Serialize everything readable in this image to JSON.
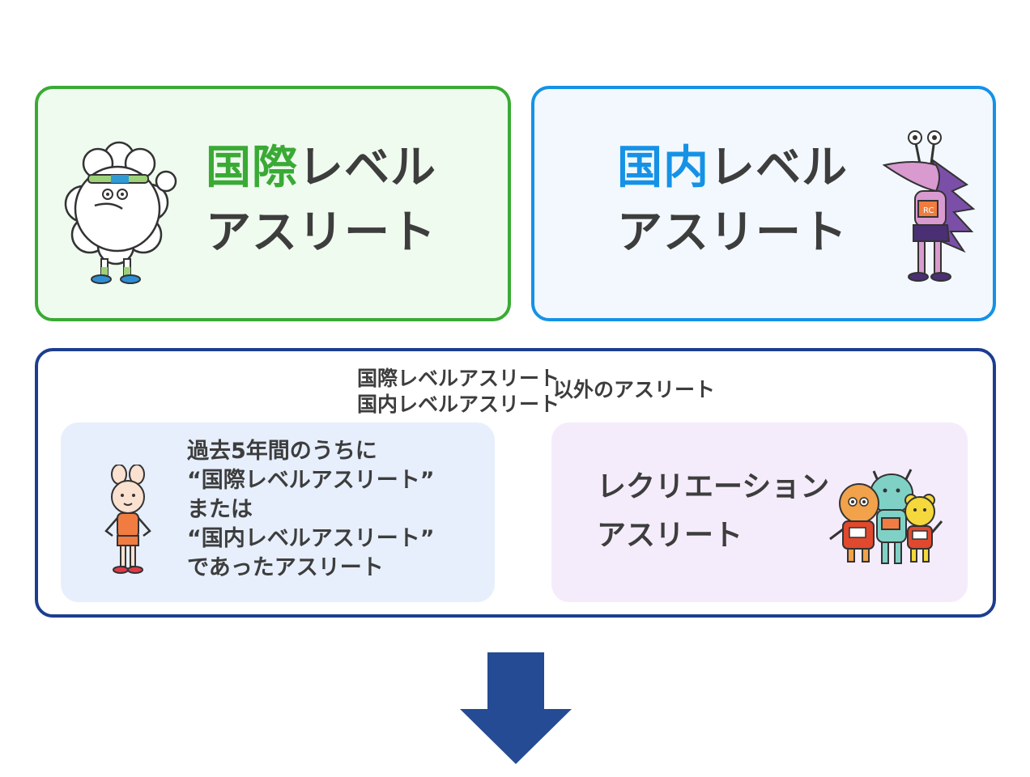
{
  "international": {
    "title_accent": "国際",
    "title_rest": "レベル",
    "title_line2": "アスリート"
  },
  "domestic": {
    "title_accent": "国内",
    "title_rest": "レベル",
    "title_line2": "アスリート"
  },
  "other": {
    "header_line1": "国際レベルアスリート",
    "header_line2": "国内レベルアスリート",
    "header_suffix": "以外のアスリート",
    "past_card": {
      "lines": [
        "過去5年間のうちに",
        "“国際レベルアスリート”",
        "または",
        "“国内レベルアスリート”",
        "であったアスリート"
      ]
    },
    "recreation_card": {
      "line1": "レクリエーション",
      "line2": "アスリート"
    }
  },
  "colors": {
    "international_accent": "#3aaa35",
    "domestic_accent": "#1592e6",
    "other_border": "#1d3e8f",
    "arrow": "#244b93"
  },
  "icons": {
    "international_mascot": "cloud-mascot-icon",
    "domestic_mascot": "purple-creature-icon",
    "past_mascot": "rabbit-mascot-icon",
    "recreation_mascot": "mascot-group-icon",
    "arrow": "down-arrow-icon"
  }
}
